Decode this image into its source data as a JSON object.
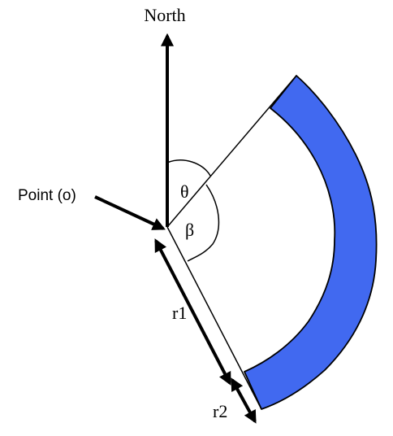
{
  "labels": {
    "north": "North",
    "point": "Point (o)",
    "theta": "θ",
    "beta": "β",
    "r1": "r1",
    "r2": "r2"
  },
  "colors": {
    "band_fill": "#4169F0",
    "stroke": "#000000",
    "background": "#FFFFFF"
  }
}
